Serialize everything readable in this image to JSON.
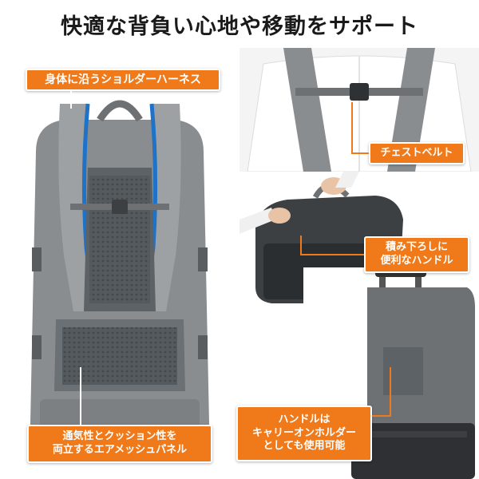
{
  "headline": "快適な背負い心地や移動をサポート",
  "callouts": {
    "shoulder": "身体に沿うショルダーハーネス",
    "chest": "チェストベルト",
    "handle": {
      "line1": "積み下ろしに",
      "line2": "便利なハンドル"
    },
    "mesh": {
      "line1": "通気性とクッション性を",
      "line2": "両立するエアメッシュパネル"
    },
    "carry": {
      "line1": "ハンドルは",
      "line2": "キャリーオンホルダー",
      "line3": "としても使用可能"
    }
  },
  "colors": {
    "accent": "#f07a1a",
    "bag_gray": "#8a8d90",
    "mesh_dark": "#555a5e",
    "harness_blue": "#1e73c8"
  }
}
